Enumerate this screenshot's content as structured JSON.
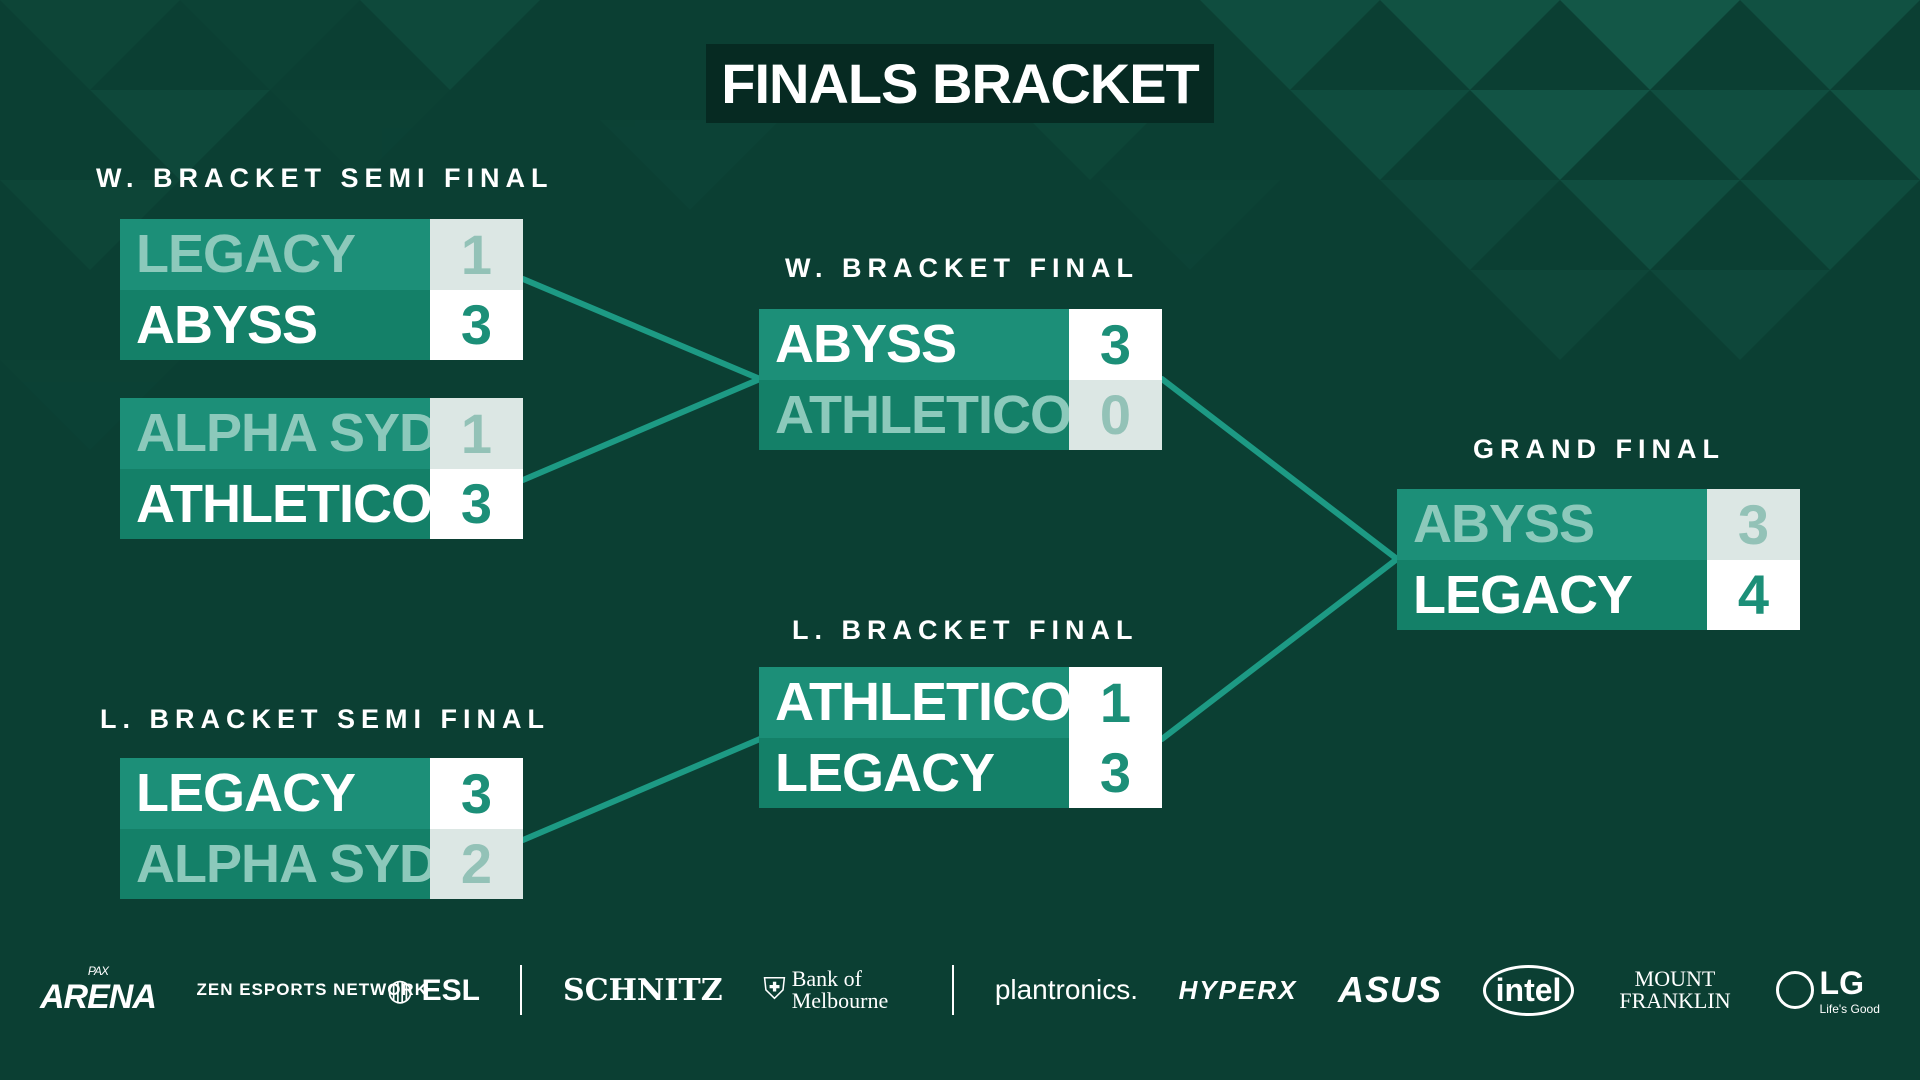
{
  "title": "FINALS BRACKET",
  "rounds": {
    "wb_semi": "W. BRACKET SEMI FINAL",
    "wb_final": "W. BRACKET FINAL",
    "lb_semi": "L. BRACKET SEMI FINAL",
    "lb_final": "L. BRACKET FINAL",
    "grand_final": "GRAND FINAL"
  },
  "matches": {
    "wb_semi_1": {
      "team1": "LEGACY",
      "score1": "1",
      "team2": "ABYSS",
      "score2": "3"
    },
    "wb_semi_2": {
      "team1": "ALPHA SYD",
      "score1": "1",
      "team2": "ATHLETICO",
      "score2": "3"
    },
    "lb_semi": {
      "team1": "LEGACY",
      "score1": "3",
      "team2": "ALPHA SYD",
      "score2": "2"
    },
    "wb_final": {
      "team1": "ABYSS",
      "score1": "3",
      "team2": "ATHLETICO",
      "score2": "0"
    },
    "lb_final": {
      "team1": "ATHLETICO",
      "score1": "1",
      "team2": "LEGACY",
      "score2": "3"
    },
    "grand_final": {
      "team1": "ABYSS",
      "score1": "3",
      "team2": "LEGACY",
      "score2": "4"
    }
  },
  "sponsors": {
    "pax_arena": "ARENA",
    "pax_small": "PAX",
    "zen": "ZEN ESPORTS NETWORK",
    "esl": "ESL",
    "schnitz": "SCHNITZ",
    "bank_of_melbourne": "Bank of Melbourne",
    "plantronics": "plantronics.",
    "hyperx": "HYPERX",
    "asus": "ASUS",
    "intel": "intel",
    "mount_franklin": "MOUNT FRANKLIN",
    "lg": "LG",
    "lg_tagline": "Life's Good"
  },
  "colors": {
    "background": "#0b3f33",
    "title_box": "#062a22",
    "name_cell": "#1c8f78",
    "connector": "#1d9a84",
    "winner_text": "#ffffff",
    "loser_text": "#8cc9bb"
  }
}
